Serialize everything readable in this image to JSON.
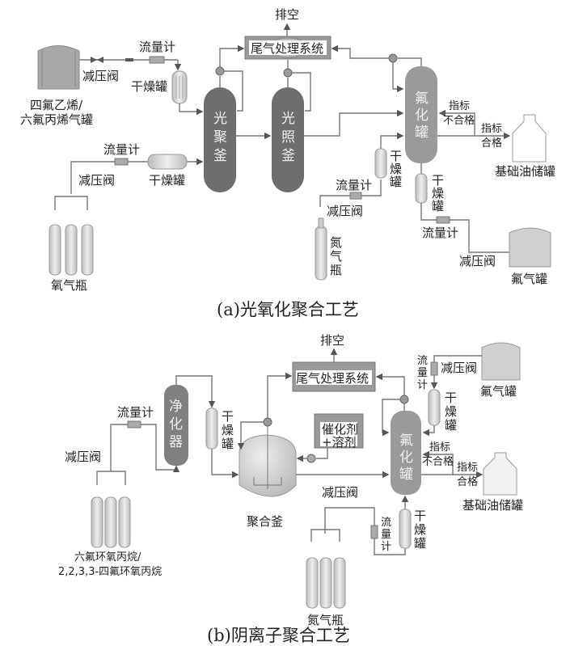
{
  "diagram_a": {
    "caption": "(a)光氧化聚合工艺",
    "vent": "排空",
    "tail_gas_system": "尾气处理系统",
    "tfe_hfp_tank": [
      "四氟乙烯/",
      "六氟丙烯气罐"
    ],
    "reducing_valve": "减压阀",
    "flowmeter": "流量计",
    "dryer": "干燥罐",
    "photo_polymerization_kettle": [
      "光",
      "聚",
      "釜"
    ],
    "photo_irradiation_kettle": [
      "光",
      "照",
      "釜"
    ],
    "fluorination_tank": [
      "氟",
      "化",
      "罐"
    ],
    "oxygen_cylinder": "氧气瓶",
    "nitrogen_cylinder": [
      "氮",
      "气",
      "瓶"
    ],
    "fluorine_tank": "氟气罐",
    "base_oil_tank": "基础油储罐",
    "unqualified": [
      "指标",
      "不合格"
    ],
    "qualified": [
      "指标",
      "合格"
    ],
    "dryer_vertical": [
      "干",
      "燥",
      "罐"
    ]
  },
  "diagram_b": {
    "caption": "(b)阴离子聚合工艺",
    "vent": "排空",
    "tail_gas_system": "尾气处理系统",
    "purifier": [
      "净",
      "化",
      "器"
    ],
    "dryer_vertical": [
      "干",
      "燥",
      "罐"
    ],
    "flowmeter": "流量计",
    "flowmeter_vertical": [
      "流",
      "量",
      "计"
    ],
    "reducing_valve": "减压阀",
    "catalyst": [
      "催化剂",
      "+溶剂"
    ],
    "polymerization_kettle": "聚合釜",
    "fluorination_tank": [
      "氟",
      "化",
      "罐"
    ],
    "fluorine_tank": "氟气罐",
    "base_oil_tank": "基础油储罐",
    "unqualified": [
      "指标",
      "不合格"
    ],
    "qualified": [
      "指标",
      "合格"
    ],
    "monomer_cylinders": [
      "六氟环氧丙烷/",
      "2,2,3,3-四氟环氧丙烷"
    ],
    "nitrogen_cylinder": "氮气瓶"
  },
  "colors": {
    "vessel_dark": "#6e6e6e",
    "vessel_mid": "#9a9a9a",
    "vessel_light": "#d4d4d4",
    "pipe": "#777777"
  }
}
